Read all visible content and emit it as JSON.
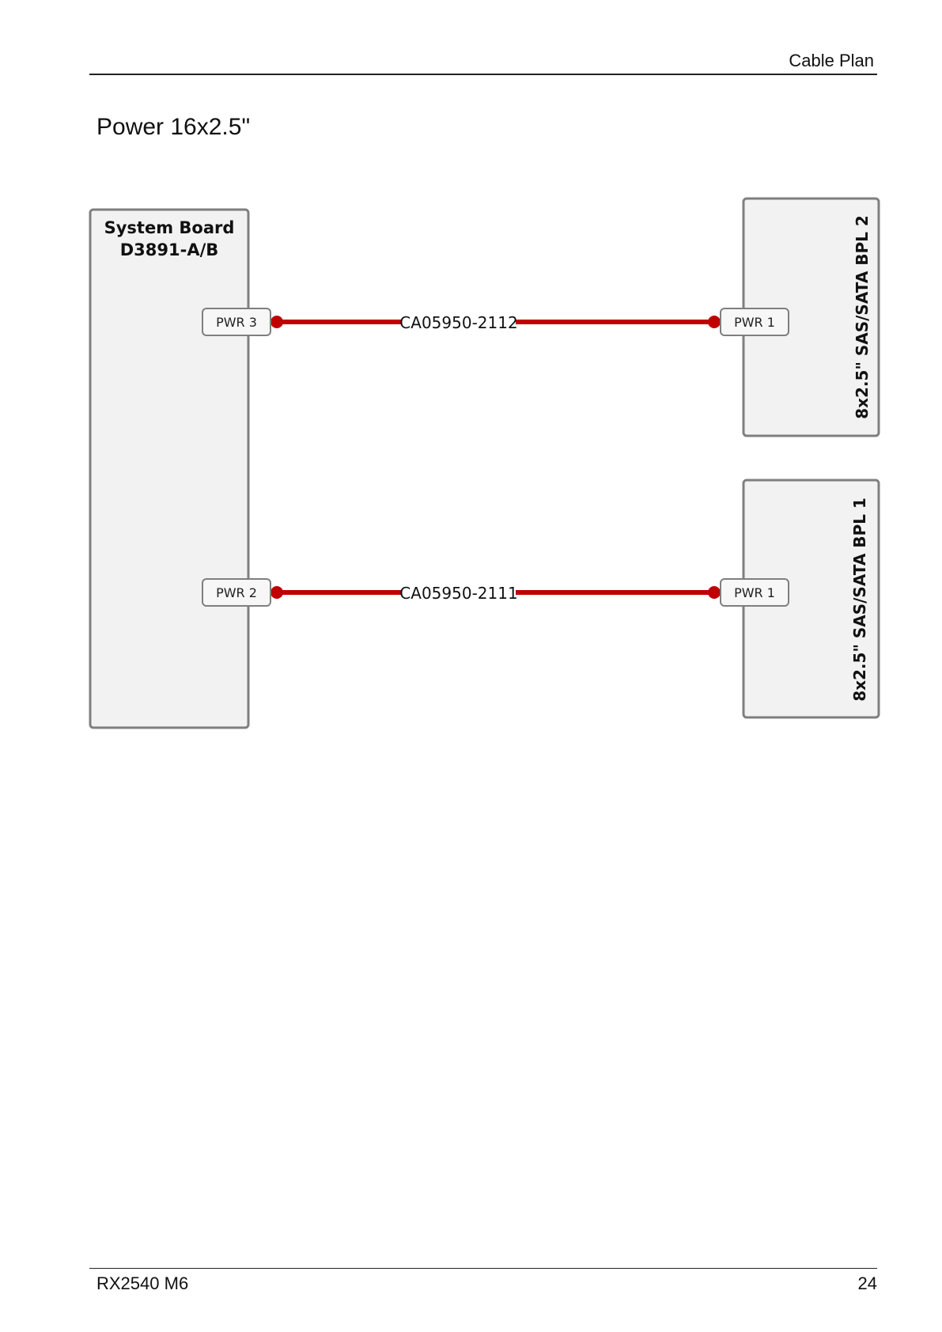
{
  "header": {
    "section_title": "Cable Plan"
  },
  "page": {
    "title": "Power 16x2.5\""
  },
  "diagram": {
    "system_board": {
      "line1": "System Board",
      "line2": "D3891-A/B"
    },
    "board_connectors": [
      {
        "label": "PWR 3"
      },
      {
        "label": "PWR 2"
      }
    ],
    "backplanes": [
      {
        "label": "8x2.5\" SAS/SATA BPL 2",
        "connector": "PWR 1"
      },
      {
        "label": "8x2.5\" SAS/SATA BPL 1",
        "connector": "PWR 1"
      }
    ],
    "cables": [
      {
        "part_number": "CA05950-2112"
      },
      {
        "part_number": "CA05950-2111"
      }
    ],
    "colors": {
      "cable": "#c00000",
      "box_fill": "#f2f2f2",
      "box_stroke": "#7f7f7f"
    }
  },
  "footer": {
    "model": "RX2540 M6",
    "page_number": "24"
  }
}
